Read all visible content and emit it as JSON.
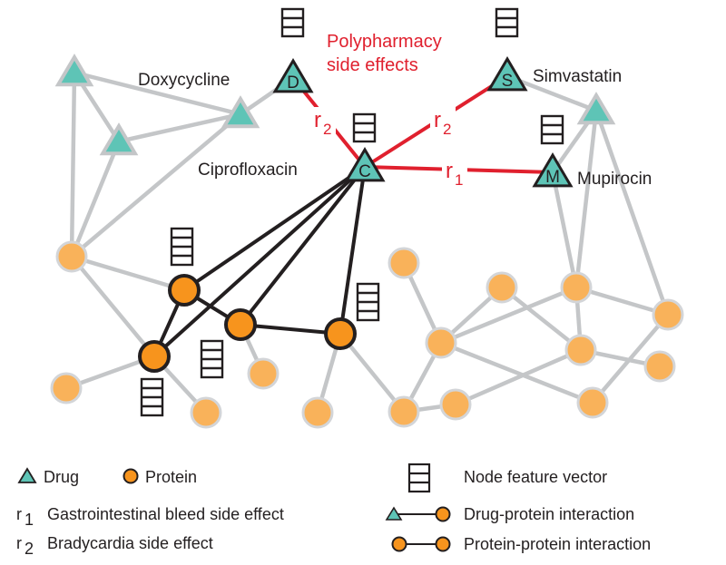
{
  "title": {
    "line1": "Polypharmacy",
    "line2": "side effects"
  },
  "colors": {
    "drug_fill": "#5ec4b6",
    "protein_fill": "#f7941d",
    "protein_light_fill": "#f9b25a",
    "faded_outline": "#c4c6c8",
    "highlight_outline": "#231f20",
    "side_effect": "#e0202e",
    "faded_edge": "#c4c6c8",
    "highlight_edge": "#231f20"
  },
  "drugs": [
    {
      "id": "D",
      "letter": "D",
      "name": "Doxycycline",
      "highlighted": true,
      "feature_vector": true
    },
    {
      "id": "S",
      "letter": "S",
      "name": "Simvastatin",
      "highlighted": true,
      "feature_vector": true
    },
    {
      "id": "C",
      "letter": "C",
      "name": "Ciprofloxacin",
      "highlighted": true,
      "feature_vector": true
    },
    {
      "id": "M",
      "letter": "M",
      "name": "Mupirocin",
      "highlighted": true,
      "feature_vector": true
    },
    {
      "id": "T1",
      "letter": "",
      "name": "",
      "highlighted": false
    },
    {
      "id": "T2",
      "letter": "",
      "name": "",
      "highlighted": false
    },
    {
      "id": "T3",
      "letter": "",
      "name": "",
      "highlighted": false
    },
    {
      "id": "T4",
      "letter": "",
      "name": "",
      "highlighted": false
    }
  ],
  "proteins": [
    {
      "id": "P1",
      "highlighted": true,
      "feature_vector": true
    },
    {
      "id": "P2",
      "highlighted": true,
      "feature_vector": true
    },
    {
      "id": "P3",
      "highlighted": true,
      "feature_vector": true
    },
    {
      "id": "P4",
      "highlighted": true,
      "feature_vector": true
    },
    {
      "id": "L1",
      "highlighted": false
    },
    {
      "id": "L2",
      "highlighted": false
    },
    {
      "id": "L3",
      "highlighted": false
    },
    {
      "id": "L4",
      "highlighted": false
    },
    {
      "id": "L5",
      "highlighted": false
    },
    {
      "id": "L6",
      "highlighted": false
    },
    {
      "id": "L7",
      "highlighted": false
    },
    {
      "id": "L8",
      "highlighted": false
    },
    {
      "id": "L9",
      "highlighted": false
    },
    {
      "id": "L10",
      "highlighted": false
    },
    {
      "id": "L11",
      "highlighted": false
    },
    {
      "id": "L12",
      "highlighted": false
    },
    {
      "id": "L13",
      "highlighted": false
    },
    {
      "id": "L14",
      "highlighted": false
    },
    {
      "id": "L15",
      "highlighted": false
    }
  ],
  "side_effect_edges": [
    {
      "from": "D",
      "to": "C",
      "relation": "r",
      "sub": "2"
    },
    {
      "from": "C",
      "to": "S",
      "relation": "r",
      "sub": "2"
    },
    {
      "from": "C",
      "to": "M",
      "relation": "r",
      "sub": "1"
    }
  ],
  "highlight_edges": [
    [
      "C",
      "P1"
    ],
    [
      "C",
      "P3"
    ],
    [
      "C",
      "P2"
    ],
    [
      "C",
      "P4"
    ],
    [
      "P1",
      "P3"
    ],
    [
      "P1",
      "P2"
    ],
    [
      "P2",
      "P4"
    ]
  ],
  "faded_edges": [
    [
      "T1",
      "T2"
    ],
    [
      "T1",
      "T3"
    ],
    [
      "T1",
      "L1"
    ],
    [
      "T2",
      "T3"
    ],
    [
      "T2",
      "L1"
    ],
    [
      "T3",
      "L1"
    ],
    [
      "T3",
      "D"
    ],
    [
      "S",
      "T4"
    ],
    [
      "M",
      "T4"
    ],
    [
      "T4",
      "L10"
    ],
    [
      "T4",
      "L11"
    ],
    [
      "M",
      "L10"
    ],
    [
      "L1",
      "P1"
    ],
    [
      "L1",
      "P3"
    ],
    [
      "P3",
      "L2"
    ],
    [
      "P3",
      "L3"
    ],
    [
      "P2",
      "L4"
    ],
    [
      "P4",
      "L5"
    ],
    [
      "P4",
      "L7"
    ],
    [
      "L6",
      "L8"
    ],
    [
      "L8",
      "L9"
    ],
    [
      "L8",
      "L10"
    ],
    [
      "L8",
      "L7"
    ],
    [
      "L8",
      "L15"
    ],
    [
      "L9",
      "L12"
    ],
    [
      "L10",
      "L12"
    ],
    [
      "L10",
      "L11"
    ],
    [
      "L12",
      "L13"
    ],
    [
      "L12",
      "L14"
    ],
    [
      "L11",
      "L15"
    ],
    [
      "L7",
      "L14"
    ]
  ],
  "legend": {
    "drug": "Drug",
    "protein": "Protein",
    "r1_symbol": "r",
    "r1_sub": "1",
    "r1_text": "Gastrointestinal bleed side effect",
    "r2_symbol": "r",
    "r2_sub": "2",
    "r2_text": "Bradycardia side effect",
    "feature_vector": "Node feature vector",
    "drug_protein": "Drug-protein interaction",
    "protein_protein": "Protein-protein interaction"
  }
}
